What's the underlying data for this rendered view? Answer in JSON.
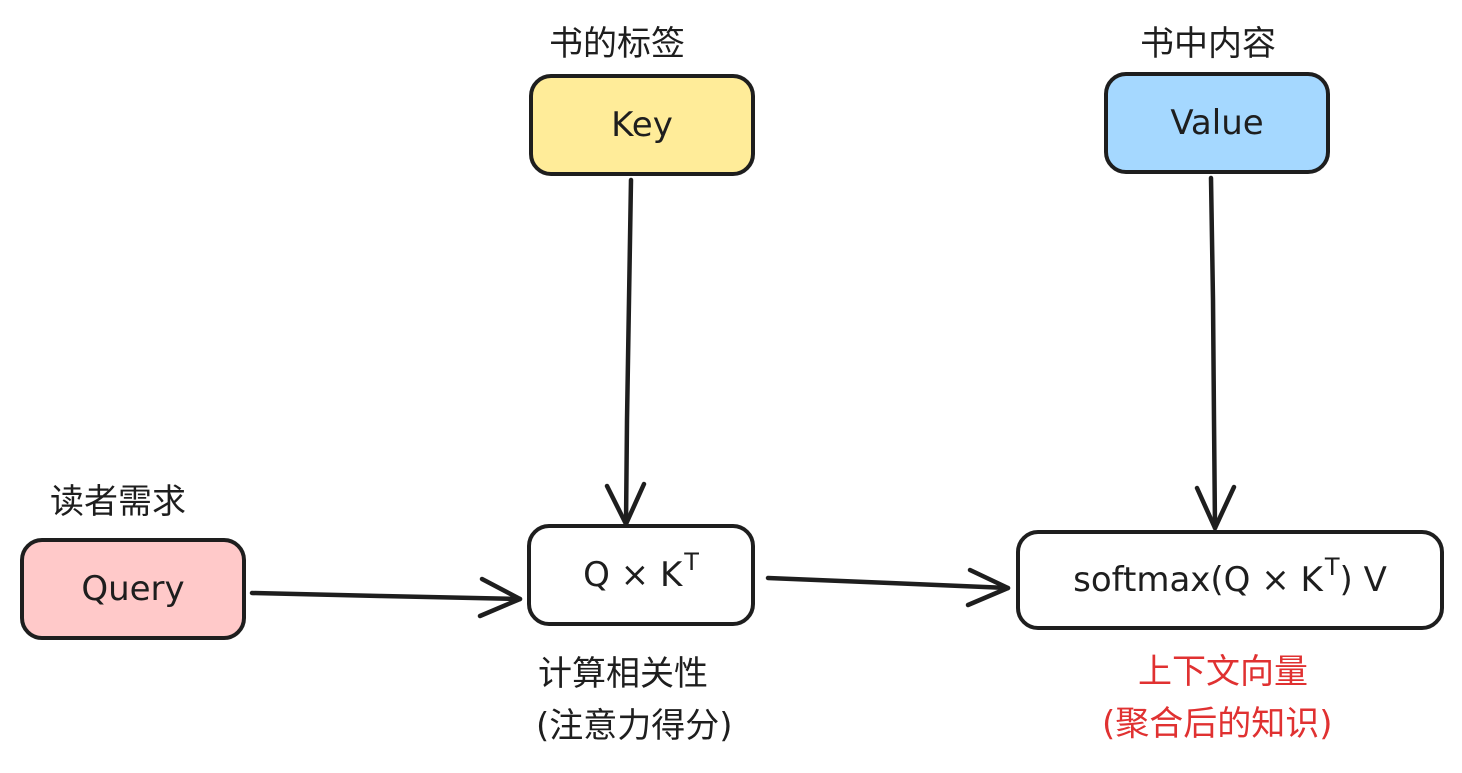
{
  "colors": {
    "stroke": "#1e1e1e",
    "key_fill": "#ffec99",
    "value_fill": "#a5d8ff",
    "query_fill": "#ffc9c9",
    "result_caption": "#e03131"
  },
  "nodes": {
    "key": {
      "title": "书的标签",
      "label": "Key"
    },
    "value": {
      "title": "书中内容",
      "label": "Value"
    },
    "query": {
      "title": "读者需求",
      "label": "Query"
    },
    "score": {
      "label_main": "Q × K",
      "label_sup": "T",
      "caption_line1": "计算相关性",
      "caption_line2": "(注意力得分)"
    },
    "output": {
      "label_prefix": "softmax(Q × K",
      "label_sup": "T",
      "label_suffix": ") V",
      "caption_line1": "上下文向量",
      "caption_line2": "(聚合后的知识)"
    }
  }
}
